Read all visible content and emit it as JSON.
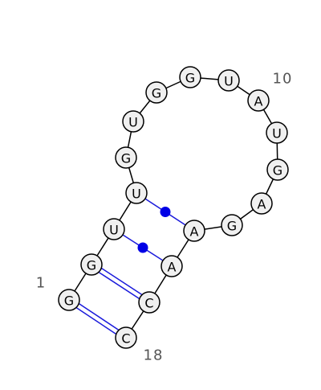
{
  "sequence": [
    "G",
    "G",
    "U",
    "U",
    "G",
    "U",
    "G",
    "G",
    "U",
    "A",
    "U",
    "G",
    "A",
    "G",
    "A",
    "A",
    "C",
    "C"
  ],
  "pairs": [
    {
      "i": 1,
      "j": 18,
      "type": "canonical"
    },
    {
      "i": 2,
      "j": 17,
      "type": "canonical"
    },
    {
      "i": 3,
      "j": 16,
      "type": "wobble"
    },
    {
      "i": 4,
      "j": 15,
      "type": "wobble"
    }
  ],
  "numbering": [
    {
      "index": 1,
      "label": "1"
    },
    {
      "index": 10,
      "label": "10"
    },
    {
      "index": 18,
      "label": "18"
    }
  ],
  "colors": {
    "pair_line": "#1a1adb",
    "wobble_dot": "#0000e6",
    "nucleotide_fill": "#f0f0f0",
    "number_text": "#555555"
  }
}
